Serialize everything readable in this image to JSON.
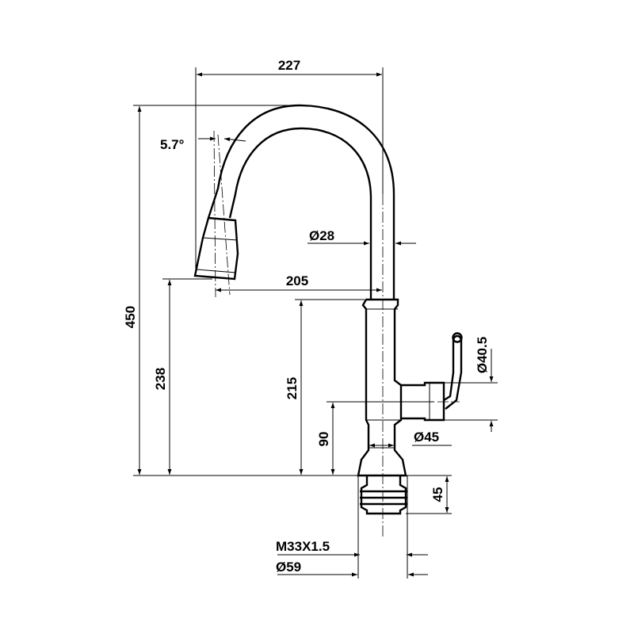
{
  "drawing": {
    "dimensions": {
      "spout_reach": "227",
      "tilt_angle": "5.7°",
      "spout_diameter": "Ø28",
      "overall_height": "450",
      "spout_height": "238",
      "outlet_reach": "205",
      "body_height": "215",
      "handle_height": "90",
      "handle_diameter": "Ø40.5",
      "body_diameter": "Ø45",
      "base_height": "45",
      "thread": "M33X1.5",
      "base_diameter": "Ø59"
    }
  }
}
